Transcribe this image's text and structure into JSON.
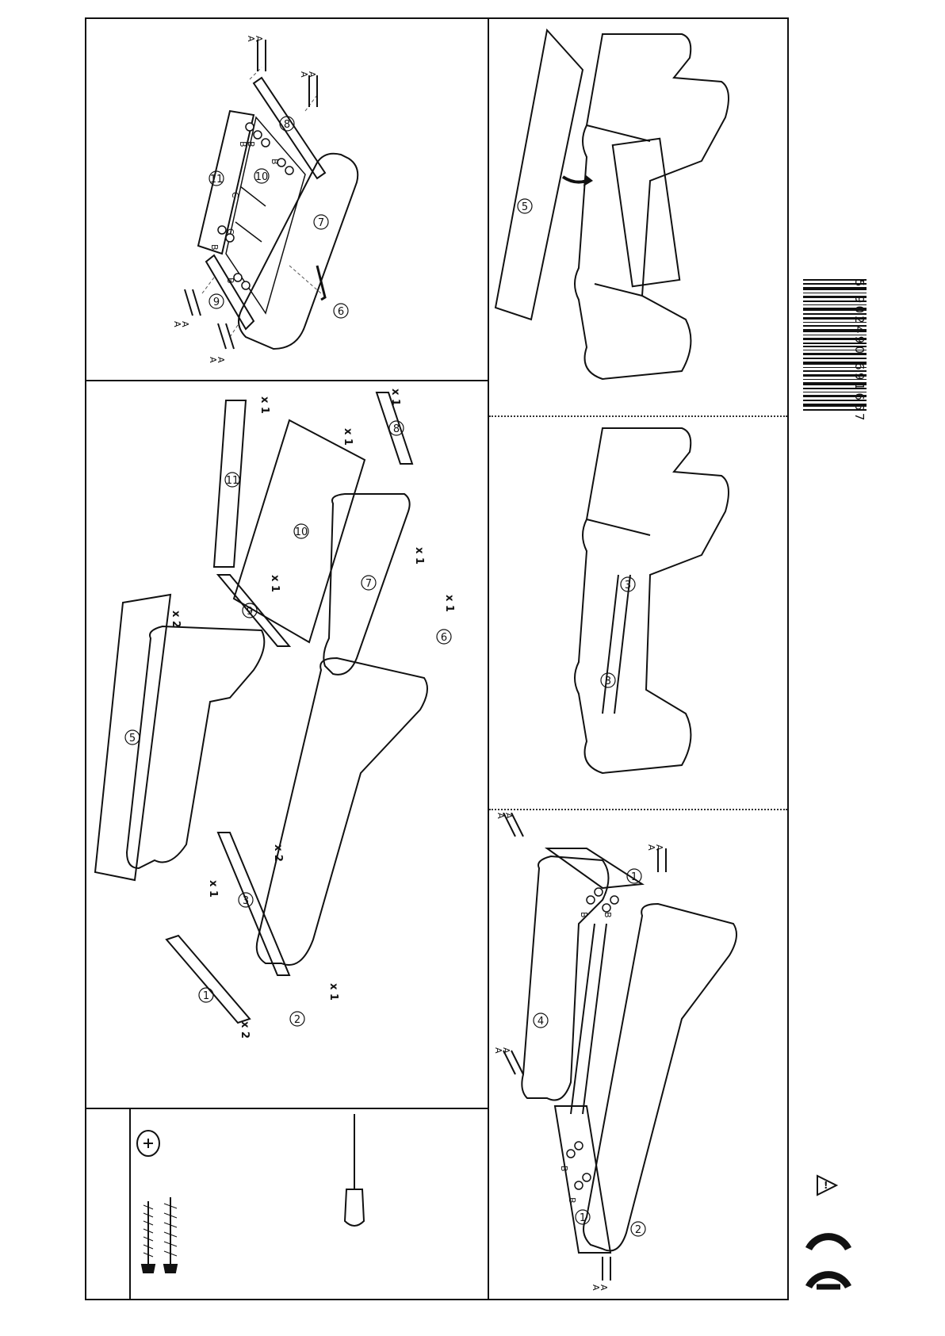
{
  "hardware": {
    "bolt_label": "A",
    "cam_label": "B",
    "screw_label": "C"
  },
  "parts": [
    {
      "id": "1",
      "qty": "x 2"
    },
    {
      "id": "2",
      "qty": "x 1"
    },
    {
      "id": "3",
      "qty": "x 2"
    },
    {
      "id": "4",
      "qty": "x 1"
    },
    {
      "id": "5",
      "qty": "x 2"
    },
    {
      "id": "6",
      "qty": "x 1"
    },
    {
      "id": "7",
      "qty": "x 1"
    },
    {
      "id": "8",
      "qty": "x 1"
    },
    {
      "id": "9",
      "qty": "x 1"
    },
    {
      "id": "10",
      "qty": "x 1"
    },
    {
      "id": "11",
      "qty": "x 1"
    }
  ],
  "barcode": {
    "digits": "5 902490 691667"
  },
  "marks": {
    "ce": "CE",
    "warning": "!"
  }
}
